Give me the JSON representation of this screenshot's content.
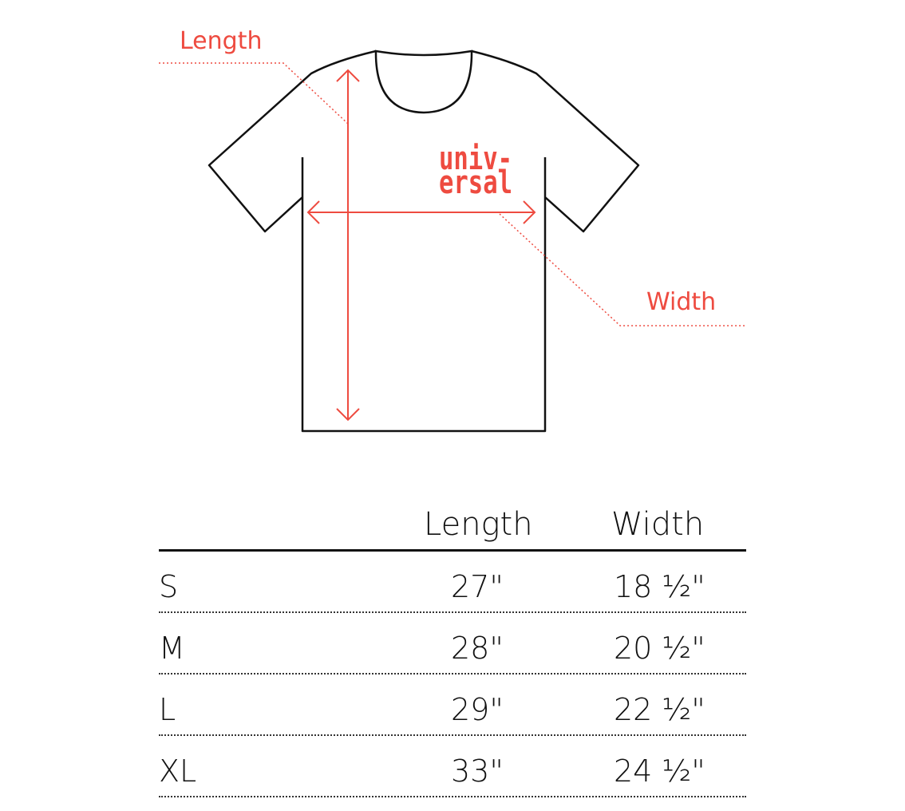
{
  "diagram": {
    "length_label": "Length",
    "width_label": "Width",
    "logo_text": [
      "univ-",
      "ersal"
    ],
    "accent_color": "#ee4b40",
    "outline_color": "#111111"
  },
  "table": {
    "headers": {
      "length": "Length",
      "width": "Width"
    },
    "rows": [
      {
        "size": "S",
        "length": "27\"",
        "width": "18 ½\""
      },
      {
        "size": "M",
        "length": "28\"",
        "width": "20 ½\""
      },
      {
        "size": "L",
        "length": "29\"",
        "width": "22 ½\""
      },
      {
        "size": "XL",
        "length": "33\"",
        "width": "24 ½\""
      }
    ]
  }
}
